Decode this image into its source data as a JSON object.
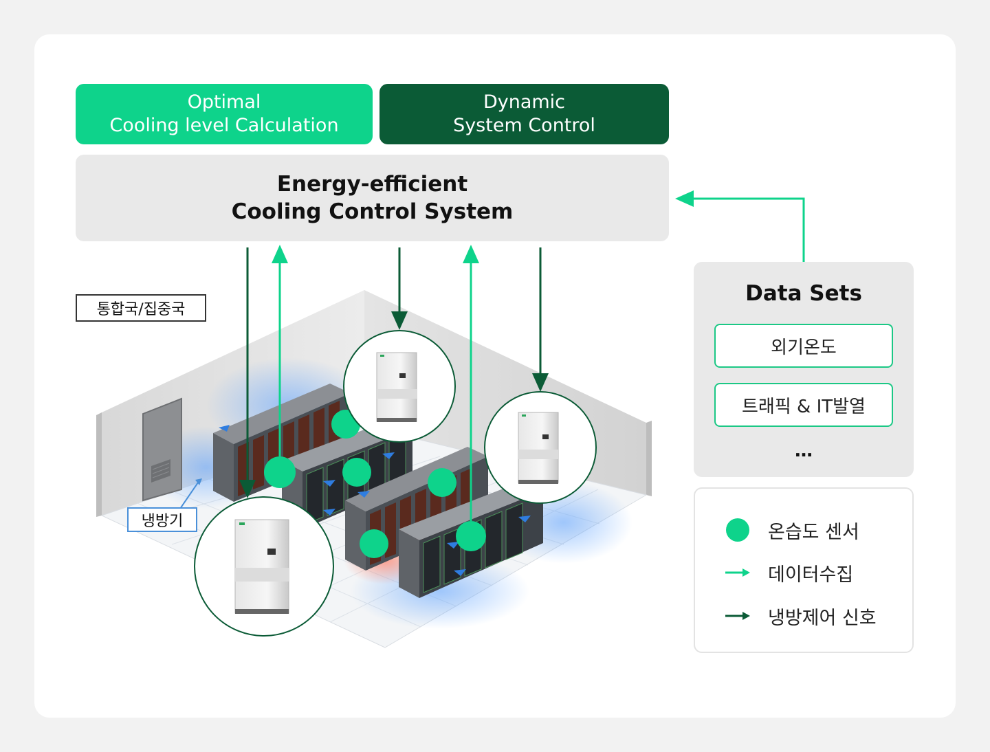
{
  "top_boxes": {
    "optimal": {
      "line1": "Optimal",
      "line2": "Cooling level Calculation"
    },
    "dynamic": {
      "line1": "Dynamic",
      "line2": "System Control"
    }
  },
  "system": {
    "line1": "Energy-efficient",
    "line2": "Cooling Control System"
  },
  "datasets": {
    "title": "Data Sets",
    "items": [
      "외기온도",
      "트래픽 & IT발열"
    ],
    "more": "…"
  },
  "labels": {
    "station": "통합국/집중국",
    "cooler": "냉방기"
  },
  "legend": [
    {
      "icon": "sensor-dot-icon",
      "label": "온습도 센서"
    },
    {
      "icon": "green-arrow-icon",
      "label": "데이터수집"
    },
    {
      "icon": "dark-arrow-icon",
      "label": "냉방제어 신호"
    }
  ],
  "colors": {
    "accent_green": "#0ed38b",
    "dark_green": "#0b5b36",
    "panel_gray": "#e9e9e9"
  }
}
